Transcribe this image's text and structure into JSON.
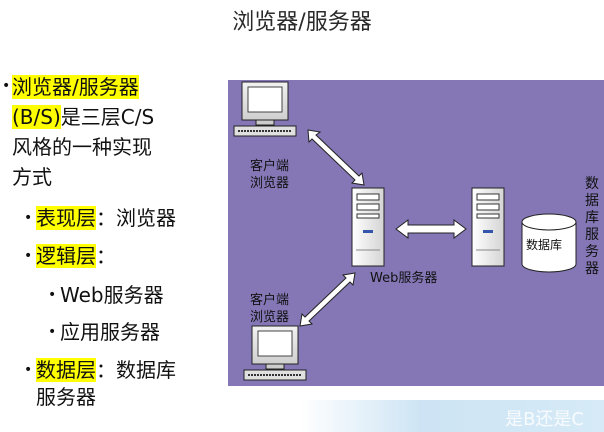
{
  "title": "浏览器/服务器",
  "bullets": {
    "main_highlight_1": "浏览器/服务器",
    "main_highlight_2": "(B/S)",
    "main_rest_1": "是三层C/S",
    "main_rest_2": "风格的一种实现",
    "main_rest_3": "方式",
    "item1_hl": "表现层",
    "item1_rest": "：浏览器",
    "item2_hl": "逻辑层",
    "item2_rest": "：",
    "sub1": "Web服务器",
    "sub2": "应用服务器",
    "item3_hl": "数据层",
    "item3_rest": "：数据库",
    "item3_rest2": "服务器"
  },
  "diagram": {
    "client_top_label_1": "客户端",
    "client_top_label_2": "浏览器",
    "client_bottom_label_1": "客户端",
    "client_bottom_label_2": "浏览器",
    "web_server_label": "Web服务器",
    "database_label": "数据库",
    "db_server_vertical": "数据库服务器"
  },
  "footer_text": "是B还是C",
  "colors": {
    "highlight": "#ffff00",
    "diagram_bg": "#8577b6"
  }
}
